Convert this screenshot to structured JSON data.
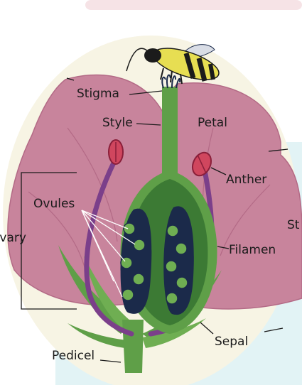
{
  "diagram": {
    "labels": {
      "stigma": "Stigma",
      "style": "Style",
      "petal": "Petal",
      "anther": "Anther",
      "ovules": "Ovules",
      "ovary": "Ovary",
      "filament": "Filamen",
      "sepal": "Sepal",
      "pedicel": "Pedicel",
      "stamen_fragment": "St"
    }
  },
  "colors": {
    "petal": "#c8849c",
    "petal_edge": "#b36a86",
    "stem_green": "#5f9f48",
    "dark_green": "#3c7a34",
    "ovary_navy": "#1b2a4a",
    "filament_purple": "#7b3f8a",
    "anther_red": "#d0465e",
    "bee_yellow": "#e7de52",
    "cream_bg": "#f7f4e4",
    "top_banner_pink": "#f6e3e6",
    "side_panel_teal": "#e2f3f5"
  }
}
